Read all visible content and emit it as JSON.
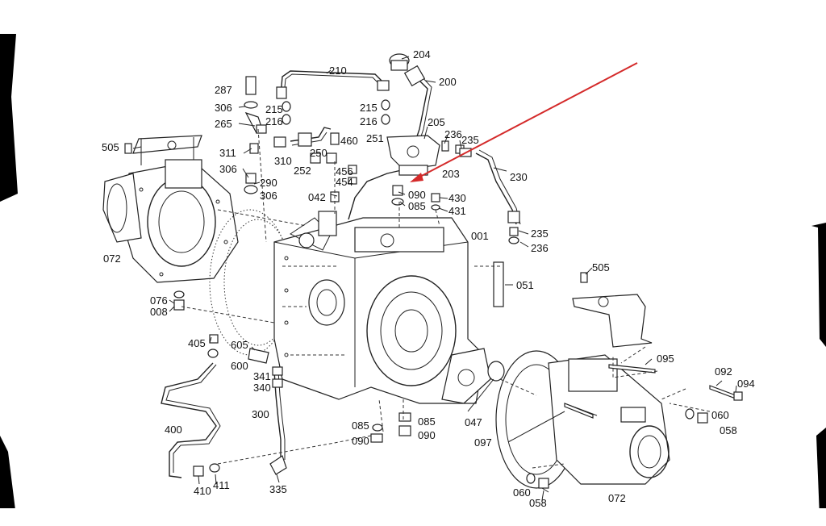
{
  "labels": {
    "l204": "204",
    "l200": "200",
    "l210": "210",
    "l287": "287",
    "l306a": "306",
    "l215a": "215",
    "l216a": "216",
    "l265": "265",
    "l215b": "215",
    "l216b": "216",
    "l205": "205",
    "l236a": "236",
    "l235a": "235",
    "l505a": "505",
    "l311": "311",
    "l460": "460",
    "l251": "251",
    "l250": "250",
    "l310": "310",
    "l252": "252",
    "l306b": "306",
    "l290": "290",
    "l306c": "306",
    "l456": "456",
    "l454": "454",
    "l203": "203",
    "l230": "230",
    "l042": "042",
    "l090a": "090",
    "l430": "430",
    "l085a": "085",
    "l431": "431",
    "l001": "001",
    "l235b": "235",
    "l236b": "236",
    "l072a": "072",
    "l505b": "505",
    "l051": "051",
    "l076": "076",
    "l008": "008",
    "l405": "405",
    "l605": "605",
    "l600": "600",
    "l341": "341",
    "l340": "340",
    "l095": "095",
    "l092": "092",
    "l094": "094",
    "l300": "300",
    "l400": "400",
    "l060a": "060",
    "l058a": "058",
    "l085b": "085",
    "l085c": "085",
    "l090b": "090",
    "l090c": "090",
    "l047": "047",
    "l097": "097",
    "l410": "410",
    "l411": "411",
    "l335": "335",
    "l060b": "060",
    "l058b": "058",
    "l072b": "072"
  },
  "colors": {
    "arrow": "#d42a2a",
    "ink": "#222222",
    "paper": "#ffffff"
  }
}
